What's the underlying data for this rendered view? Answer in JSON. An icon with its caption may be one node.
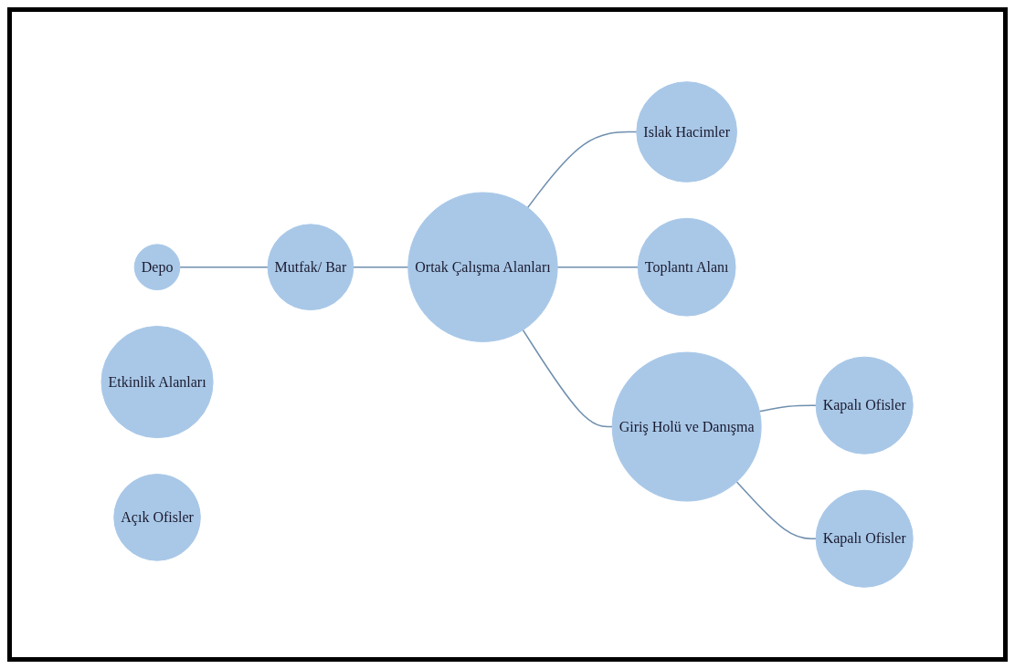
{
  "diagram": {
    "nodes": [
      {
        "text": [
          "Depo"
        ]
      },
      {
        "text": [
          "Etkinlik Alanları"
        ]
      },
      {
        "text": [
          "Islak Hacimler"
        ]
      },
      {
        "text": [
          "Mutfak/ Bar"
        ]
      },
      {
        "text": [
          "Ortak Çalışma Alanları"
        ]
      },
      {
        "text": [
          "Toplantı Alanı"
        ]
      },
      {
        "text": [
          "Kapalı Ofisler"
        ]
      },
      {
        "text": [
          "Giriş Holü ve Danışma"
        ]
      },
      {
        "text": [
          "Kapalı Ofisler"
        ]
      },
      {
        "text": [
          "Açık Ofisler"
        ]
      }
    ],
    "edges": [
      {
        "from": 0,
        "to": 3,
        "arrow": "none"
      },
      {
        "from": 3,
        "to": 4,
        "arrow": "none"
      },
      {
        "from": 4,
        "to": 2,
        "arrow": "none"
      },
      {
        "from": 4,
        "to": 5,
        "arrow": "none"
      },
      {
        "from": 4,
        "to": 7,
        "arrow": "none"
      },
      {
        "from": 7,
        "to": 6,
        "arrow": "none"
      },
      {
        "from": 7,
        "to": 8,
        "arrow": "none"
      }
    ]
  }
}
